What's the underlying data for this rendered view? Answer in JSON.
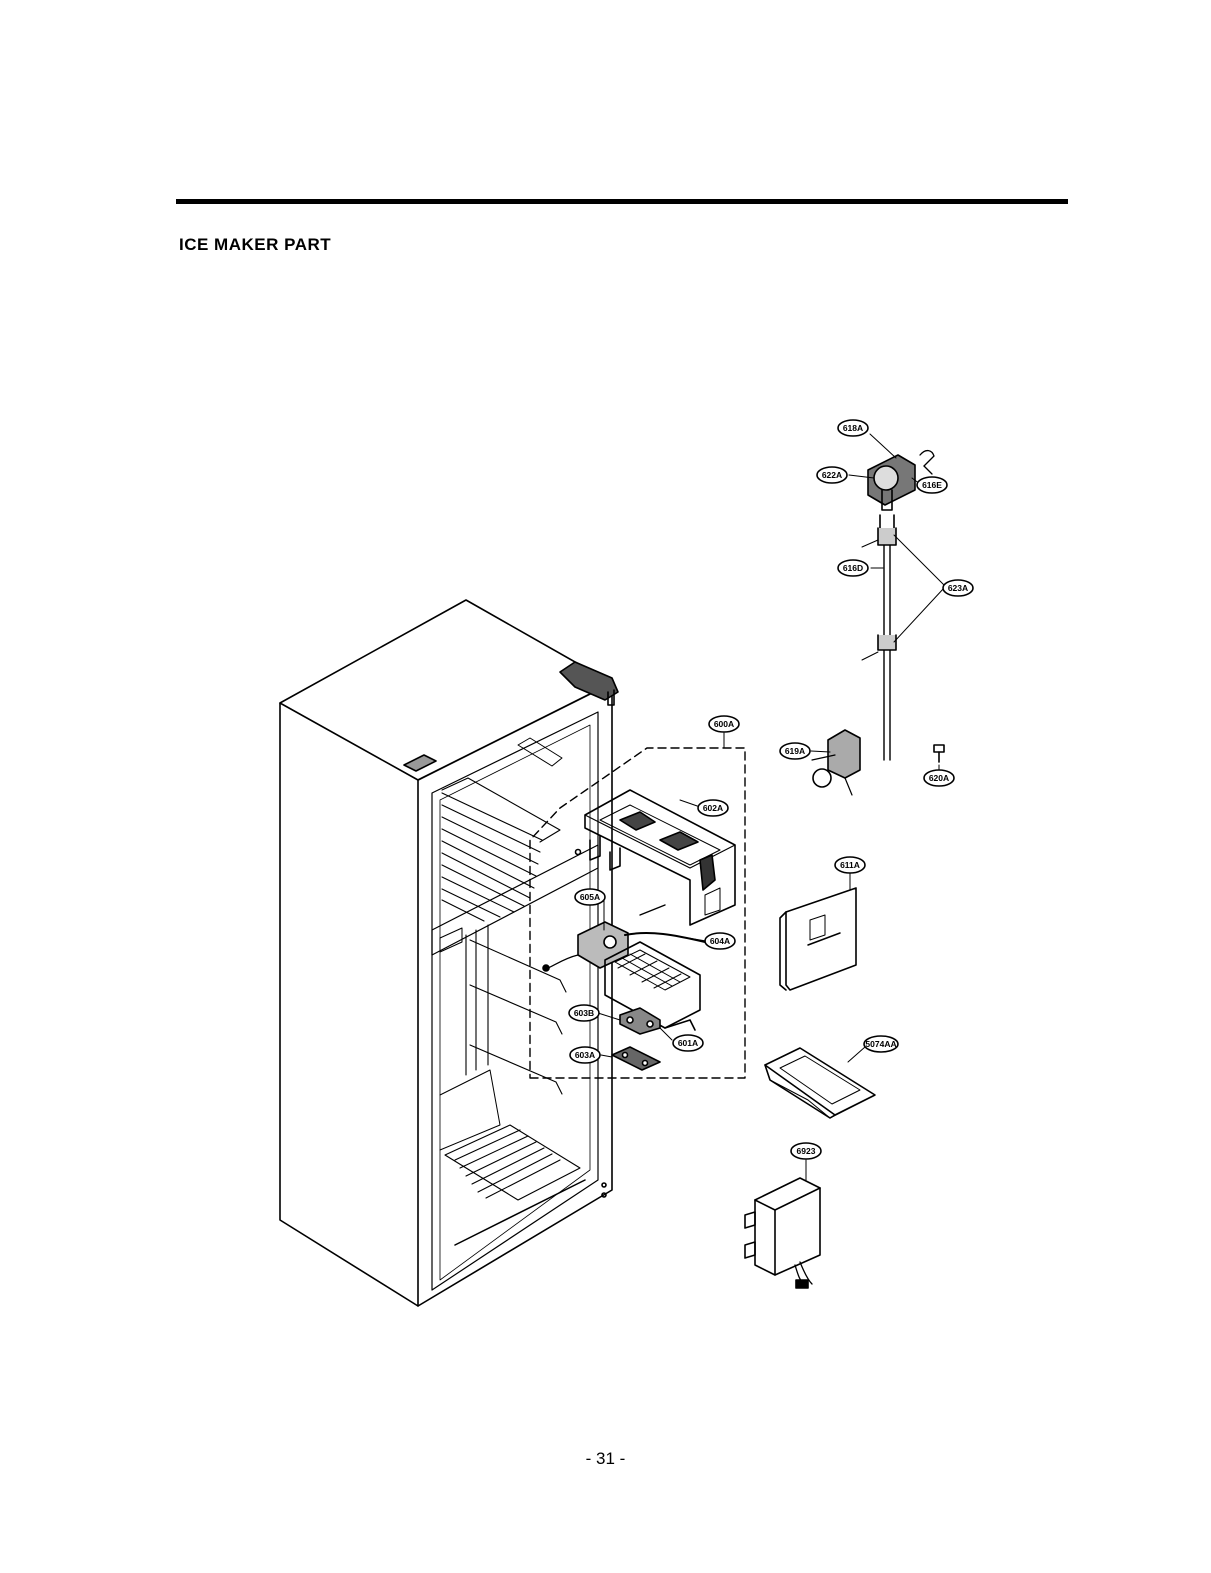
{
  "section_title": "ICE MAKER PART",
  "page_number": "- 31 -",
  "callouts": [
    {
      "id": "618A",
      "label": "618A"
    },
    {
      "id": "622A",
      "label": "622A"
    },
    {
      "id": "616E",
      "label": "616E"
    },
    {
      "id": "616D",
      "label": "616D"
    },
    {
      "id": "623A",
      "label": "623A"
    },
    {
      "id": "600A",
      "label": "600A"
    },
    {
      "id": "619A",
      "label": "619A"
    },
    {
      "id": "620A",
      "label": "620A"
    },
    {
      "id": "602A",
      "label": "602A"
    },
    {
      "id": "605A",
      "label": "605A"
    },
    {
      "id": "604A",
      "label": "604A"
    },
    {
      "id": "611A",
      "label": "611A"
    },
    {
      "id": "603B",
      "label": "603B"
    },
    {
      "id": "601A",
      "label": "601A"
    },
    {
      "id": "603A",
      "label": "603A"
    },
    {
      "id": "5074AA",
      "label": "5074AA"
    },
    {
      "id": "6923",
      "label": "6923"
    }
  ]
}
